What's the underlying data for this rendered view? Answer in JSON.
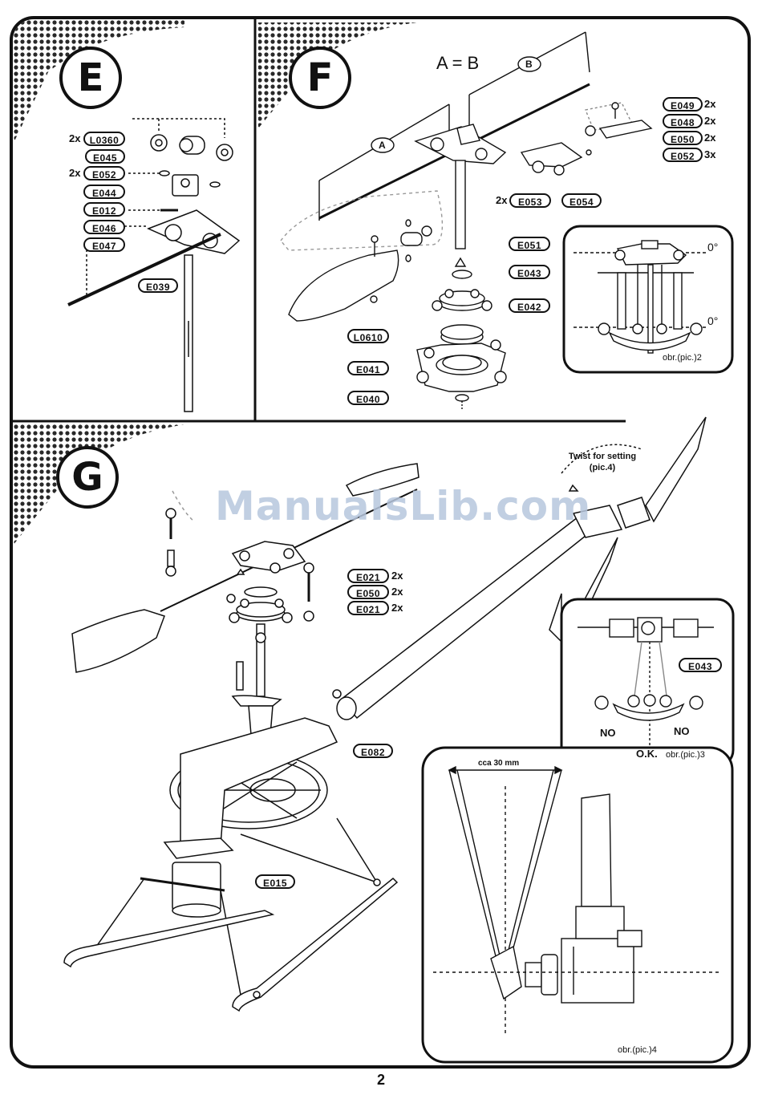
{
  "sections": {
    "e": {
      "letter": "E",
      "parts": [
        {
          "qty": "2x",
          "code": "L0360"
        },
        {
          "qty": "",
          "code": "E045"
        },
        {
          "qty": "2x",
          "code": "E052"
        },
        {
          "qty": "",
          "code": "E044"
        },
        {
          "qty": "",
          "code": "E012"
        },
        {
          "qty": "",
          "code": "E046"
        },
        {
          "qty": "",
          "code": "E047"
        },
        {
          "qty": "",
          "code": "E039"
        }
      ]
    },
    "f": {
      "letter": "F",
      "equation": "A = B",
      "label_a": "A",
      "label_b": "B",
      "parts_top": [
        {
          "qty": "2x",
          "code": "E049"
        },
        {
          "qty": "2x",
          "code": "E048"
        },
        {
          "qty": "2x",
          "code": "E050"
        },
        {
          "qty": "3x",
          "code": "E052"
        }
      ],
      "parts_mid": [
        {
          "qty": "2x",
          "code": "E053"
        },
        {
          "qty": "",
          "code": "E054"
        }
      ],
      "parts_stack": [
        {
          "code": "E051"
        },
        {
          "code": "E043"
        },
        {
          "code": "E042"
        },
        {
          "code": "L0610"
        },
        {
          "code": "E041"
        },
        {
          "code": "E040"
        }
      ],
      "pic2": {
        "angle_top": "0°",
        "angle_bottom": "0°",
        "caption": "obr.(pic.)2"
      }
    },
    "g": {
      "letter": "G",
      "twist_note": "Twist for setting (pic.4)",
      "parts": [
        {
          "qty": "2x",
          "code": "E021"
        },
        {
          "qty": "2x",
          "code": "E050"
        },
        {
          "qty": "2x",
          "code": "E021"
        }
      ],
      "e082": "E082",
      "e015": "E015",
      "pic3": {
        "code": "E043",
        "no_left": "NO",
        "no_right": "NO",
        "ok": "O.K.",
        "caption": "obr.(pic.)3"
      },
      "pic4": {
        "dimension": "cca 30 mm",
        "caption": "obr.(pic.)4"
      }
    }
  },
  "watermark": "ManualsLib.com",
  "page_number": "2"
}
